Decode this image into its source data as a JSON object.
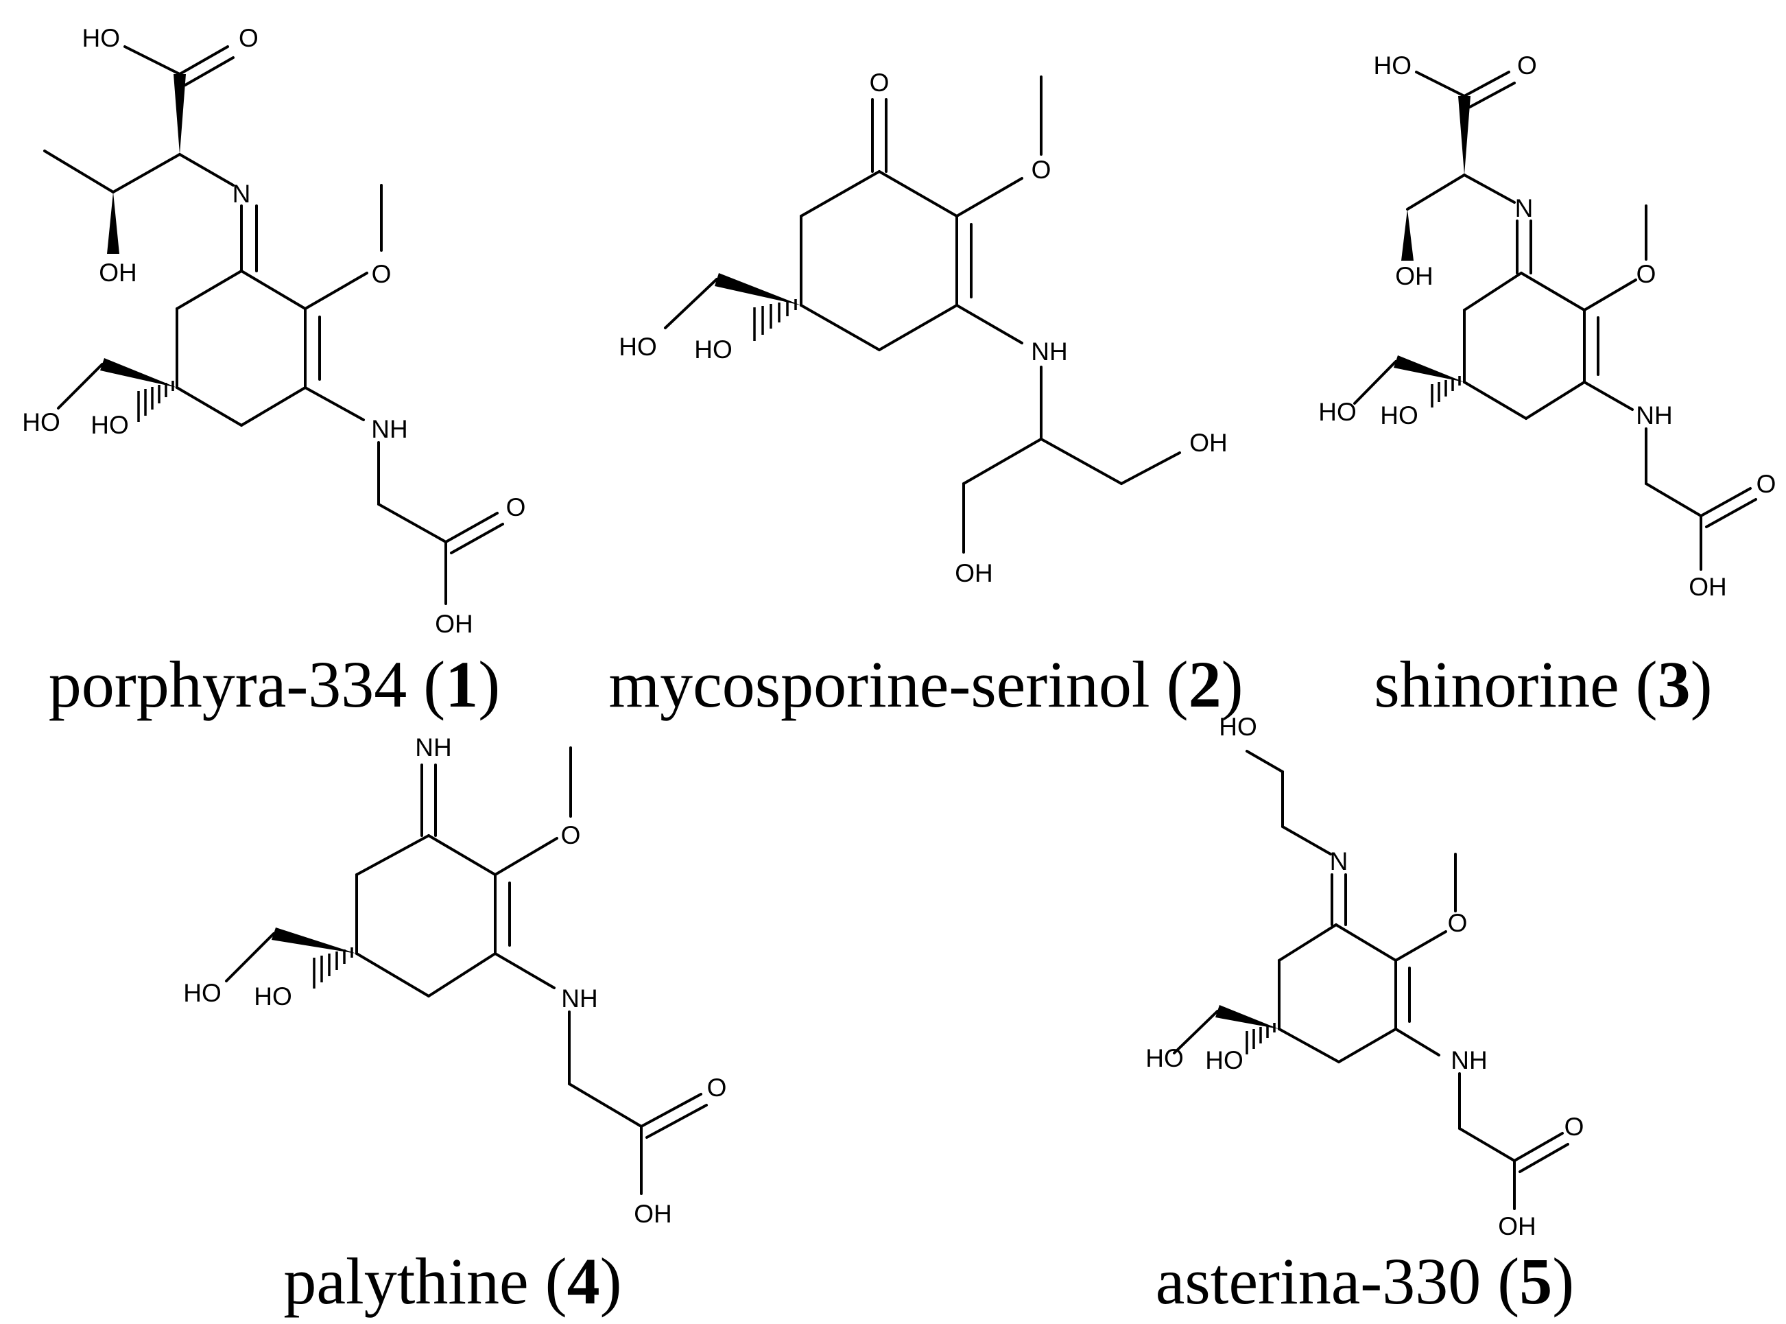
{
  "atoms": {
    "ho": "HO",
    "oh": "OH",
    "o": "O",
    "n": "N",
    "nh": "NH"
  },
  "compounds": [
    {
      "name": "porphyra-334",
      "number": "1"
    },
    {
      "name": "mycosporine-serinol",
      "number": "2"
    },
    {
      "name": "shinorine",
      "number": "3"
    },
    {
      "name": "palythine",
      "number": "4"
    },
    {
      "name": "asterina-330",
      "number": "5"
    }
  ]
}
